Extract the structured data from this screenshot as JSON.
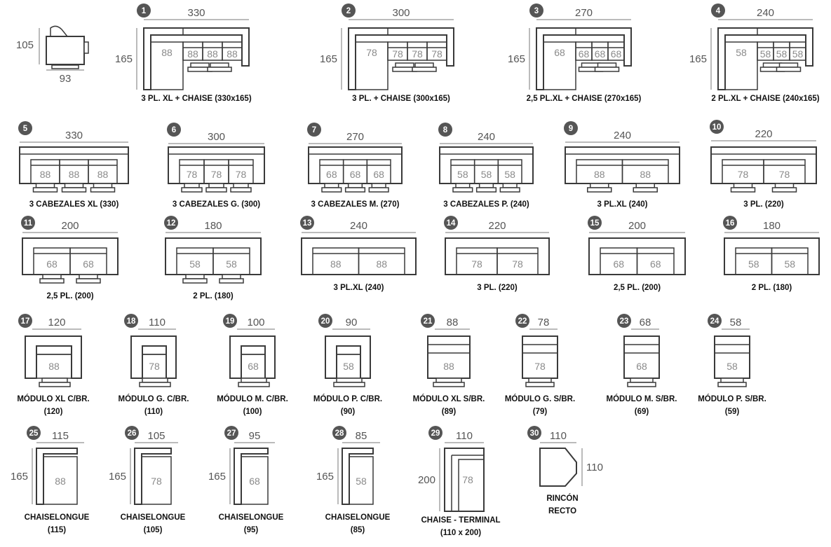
{
  "ref": {
    "w": "93",
    "h": "105"
  },
  "items": [
    {
      "n": "1",
      "w": "330",
      "h": "165",
      "seat": "88",
      "label": [
        "3 PL. XL + CHAISE (330x165)"
      ]
    },
    {
      "n": "2",
      "w": "300",
      "h": "165",
      "seat": "78",
      "label": [
        "3 PL. + CHAISE (300x165)"
      ]
    },
    {
      "n": "3",
      "w": "270",
      "h": "165",
      "seat": "68",
      "label": [
        "2,5 PL.XL + CHAISE (270x165)"
      ]
    },
    {
      "n": "4",
      "w": "240",
      "h": "165",
      "seat": "58",
      "label": [
        "2 PL.XL + CHAISE (240x165)"
      ]
    },
    {
      "n": "5",
      "w": "330",
      "seat": "88",
      "label": [
        "3 CABEZALES XL (330)"
      ]
    },
    {
      "n": "6",
      "w": "300",
      "seat": "78",
      "label": [
        "3 CABEZALES G. (300)"
      ]
    },
    {
      "n": "7",
      "w": "270",
      "seat": "68",
      "label": [
        "3 CABEZALES M. (270)"
      ]
    },
    {
      "n": "8",
      "w": "240",
      "seat": "58",
      "label": [
        "3 CABEZALES P. (240)"
      ]
    },
    {
      "n": "9",
      "w": "240",
      "seat": "88",
      "label": [
        "3 PL.XL (240)"
      ]
    },
    {
      "n": "10",
      "w": "220",
      "seat": "78",
      "label": [
        "3 PL. (220)"
      ]
    },
    {
      "n": "11",
      "w": "200",
      "seat": "68",
      "label": [
        "2,5 PL. (200)"
      ]
    },
    {
      "n": "12",
      "w": "180",
      "seat": "58",
      "label": [
        "2 PL. (180)"
      ]
    },
    {
      "n": "13",
      "w": "240",
      "seat": "88",
      "label": [
        "3 PL.XL (240)"
      ]
    },
    {
      "n": "14",
      "w": "220",
      "seat": "78",
      "label": [
        "3 PL. (220)"
      ]
    },
    {
      "n": "15",
      "w": "200",
      "seat": "68",
      "label": [
        "2,5 PL. (200)"
      ]
    },
    {
      "n": "16",
      "w": "180",
      "seat": "58",
      "label": [
        "2 PL. (180)"
      ]
    },
    {
      "n": "17",
      "w": "120",
      "seat": "88",
      "label": [
        "MÓDULO XL C/BR.",
        "(120)"
      ]
    },
    {
      "n": "18",
      "w": "110",
      "seat": "78",
      "label": [
        "MÓDULO G. C/BR.",
        "(110)"
      ]
    },
    {
      "n": "19",
      "w": "100",
      "seat": "68",
      "label": [
        "MÓDULO M. C/BR.",
        "(100)"
      ]
    },
    {
      "n": "20",
      "w": "90",
      "seat": "58",
      "label": [
        "MÓDULO P. C/BR.",
        "(90)"
      ]
    },
    {
      "n": "21",
      "w": "88",
      "seat": "88",
      "label": [
        "MÓDULO XL S/BR.",
        "(89)"
      ]
    },
    {
      "n": "22",
      "w": "78",
      "seat": "78",
      "label": [
        "MÓDULO G. S/BR.",
        "(79)"
      ]
    },
    {
      "n": "23",
      "w": "68",
      "seat": "68",
      "label": [
        "MÓDULO M. S/BR.",
        "(69)"
      ]
    },
    {
      "n": "24",
      "w": "58",
      "seat": "58",
      "label": [
        "MÓDULO P. S/BR.",
        "(59)"
      ]
    },
    {
      "n": "25",
      "w": "115",
      "h": "165",
      "seat": "88",
      "label": [
        "CHAISELONGUE",
        "(115)"
      ]
    },
    {
      "n": "26",
      "w": "105",
      "h": "165",
      "seat": "78",
      "label": [
        "CHAISELONGUE",
        "(105)"
      ]
    },
    {
      "n": "27",
      "w": "95",
      "h": "165",
      "seat": "68",
      "label": [
        "CHAISELONGUE",
        "(95)"
      ]
    },
    {
      "n": "28",
      "w": "85",
      "h": "165",
      "seat": "58",
      "label": [
        "CHAISELONGUE",
        "(85)"
      ]
    },
    {
      "n": "29",
      "w": "110",
      "h": "200",
      "seat": "78",
      "label": [
        "CHAISE - TERMINAL",
        "(110 x 200)"
      ]
    },
    {
      "n": "30",
      "w": "110",
      "h": "110",
      "label": [
        "RINCÓN",
        "RECTO"
      ]
    }
  ]
}
